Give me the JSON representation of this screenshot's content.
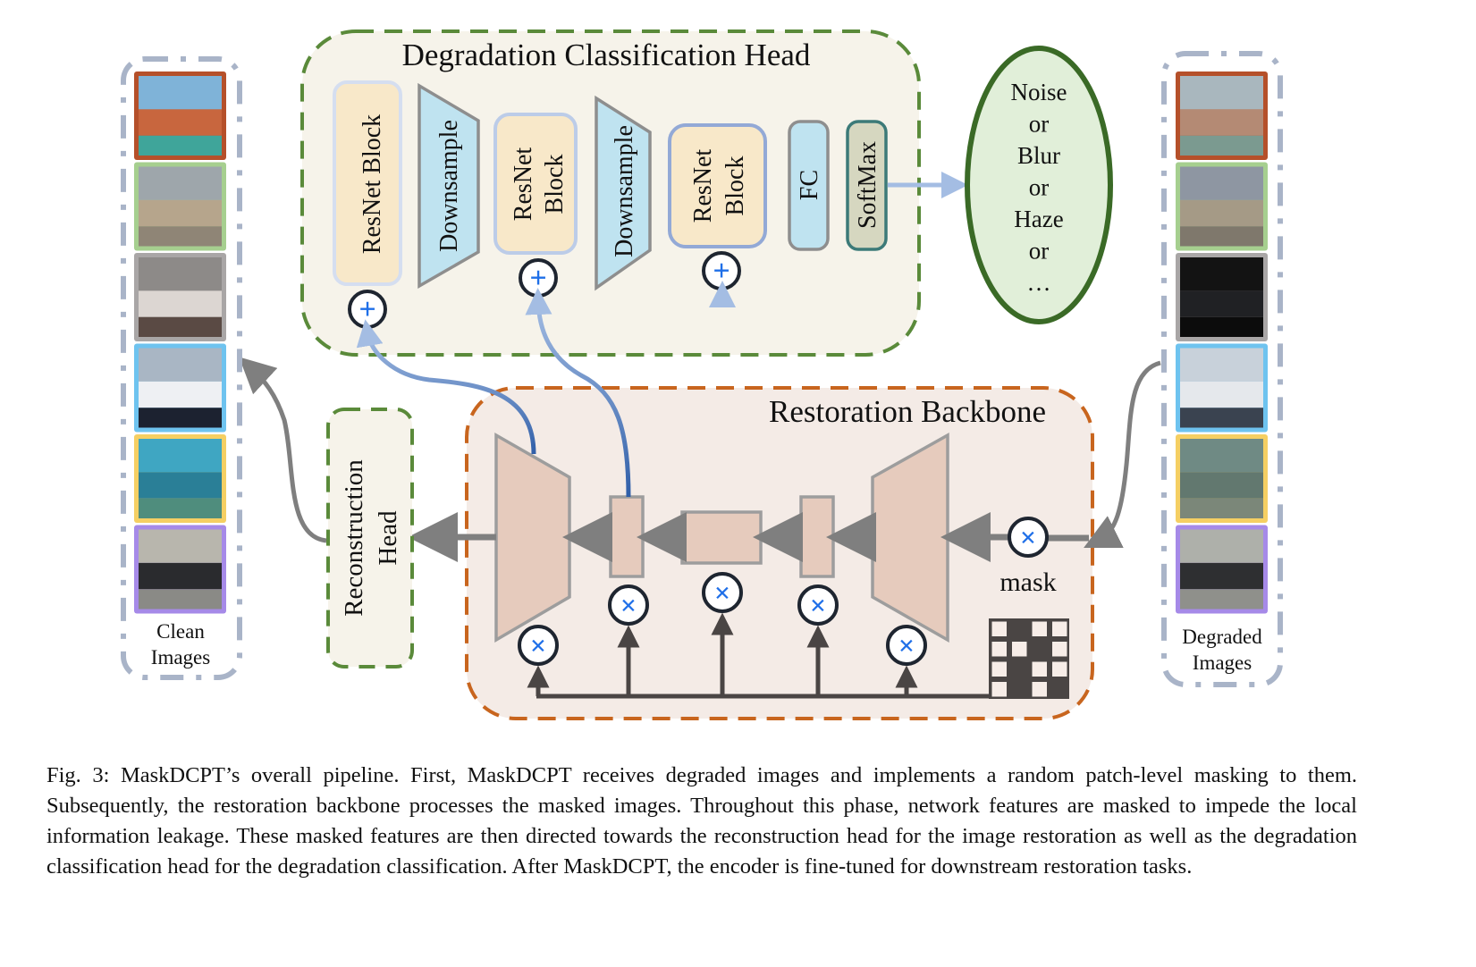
{
  "figure": {
    "dcls_head": {
      "title": "Degradation Classification Head",
      "blocks": [
        {
          "type": "resnet",
          "lines": [
            "ResNet Block"
          ]
        },
        {
          "type": "downsample",
          "lines": [
            "Downsample"
          ]
        },
        {
          "type": "resnet",
          "lines": [
            "ResNet",
            "Block"
          ]
        },
        {
          "type": "downsample",
          "lines": [
            "Downsample"
          ]
        },
        {
          "type": "resnet",
          "lines": [
            "ResNet",
            "Block"
          ]
        },
        {
          "type": "fc",
          "lines": [
            "FC"
          ]
        },
        {
          "type": "softmax",
          "lines": [
            "SoftMax"
          ]
        }
      ],
      "add_symbol": "+"
    },
    "output_classes": {
      "lines": [
        "Noise",
        "or",
        "Blur",
        "or",
        "Haze",
        "or",
        "…"
      ]
    },
    "restoration_backbone": {
      "title": "Restoration Backbone",
      "mask_label": "mask",
      "multiply_symbol": "×",
      "mask_grid": [
        [
          0,
          1,
          0,
          0
        ],
        [
          0,
          0,
          1,
          0
        ],
        [
          0,
          1,
          0,
          0
        ],
        [
          0,
          1,
          0,
          1
        ]
      ]
    },
    "reconstruction_head": {
      "lines": [
        "Reconstruction",
        "Head"
      ]
    },
    "clean_images": {
      "label_lines": [
        "Clean",
        "Images"
      ],
      "thumbnails": [
        {
          "subject": "venice-canal",
          "border": "#b5502a"
        },
        {
          "subject": "ancient-temple",
          "border": "#a6cf8f"
        },
        {
          "subject": "open-book",
          "border": "#a9a6a6"
        },
        {
          "subject": "white-car",
          "border": "#6ec3ef"
        },
        {
          "subject": "underwater-fish",
          "border": "#f5cf63"
        },
        {
          "subject": "parking-lot-car",
          "border": "#a68ae8"
        }
      ]
    },
    "degraded_images": {
      "label_lines": [
        "Degraded",
        "Images"
      ],
      "thumbnails": [
        {
          "subject": "venice-canal-hazy",
          "border": "#b5502a"
        },
        {
          "subject": "ancient-temple-noisy",
          "border": "#a6cf8f"
        },
        {
          "subject": "open-book-lowlight",
          "border": "#a9a6a6"
        },
        {
          "subject": "white-car-blurred",
          "border": "#6ec3ef"
        },
        {
          "subject": "underwater-fish-murky",
          "border": "#f5cf63"
        },
        {
          "subject": "parking-lot-car-rainy",
          "border": "#a68ae8"
        }
      ]
    },
    "colors": {
      "dcls_border": "#5a8a3a",
      "backbone_border": "#c8651e",
      "images_border": "#a9b4c8",
      "resnet_fill": "#f8e8c9",
      "downsample_fill": "#bfe3f0",
      "softmax_fill": "#d6d7c0",
      "oval_border": "#3a6a26",
      "oval_fill": "#e1efd9",
      "backbone_block_fill": "#e6cbbd",
      "symbol_blue": "#1f6fe8"
    }
  },
  "caption": "Fig. 3: MaskDCPT’s overall pipeline. First, MaskDCPT receives degraded images and implements a random patch-level masking to them. Subsequently, the restoration backbone processes the masked images. Throughout this phase, network features are masked to impede the local information leakage. These masked features are then directed towards the reconstruction head for the image restoration as well as the degradation classification head for the degradation classification. After MaskDCPT, the encoder is fine-tuned for downstream restoration tasks."
}
